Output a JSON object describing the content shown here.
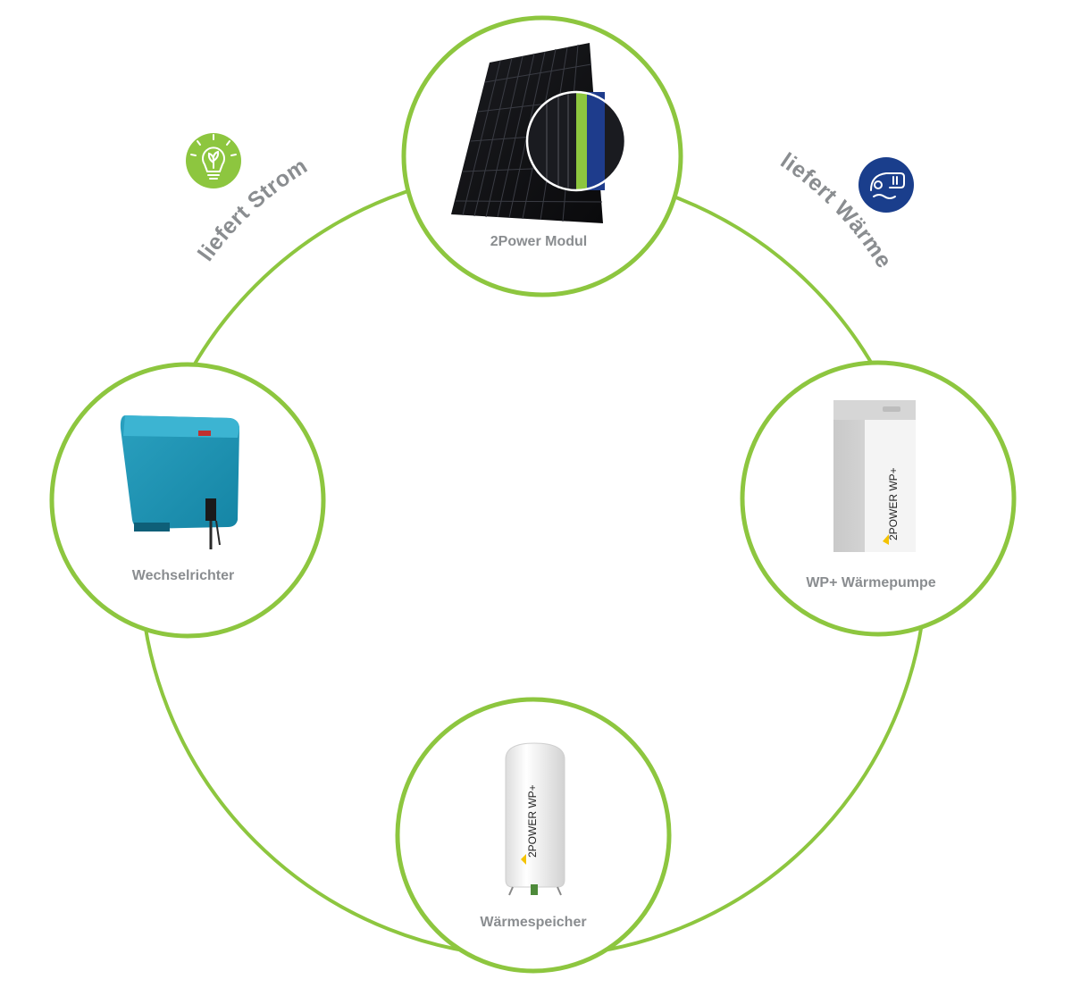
{
  "colors": {
    "ring": "#8dc63f",
    "label_gray": "#8a8d90",
    "strom_badge": "#8dc63f",
    "waerme_badge": "#1a3e8c"
  },
  "flows": {
    "strom": {
      "label": "liefert Strom",
      "icon": "lightbulb-leaf-icon"
    },
    "waerme": {
      "label": "liefert Wärme",
      "icon": "water-thermometer-icon"
    }
  },
  "nodes": {
    "modul": {
      "label": "2Power Modul"
    },
    "wechselrichter": {
      "label": "Wechselrichter"
    },
    "waermepumpe": {
      "label": "WP+ Wärmepumpe",
      "brand": "2POWER WP+"
    },
    "waermespeicher": {
      "label": "Wärmespeicher",
      "brand": "2POWER WP+"
    }
  }
}
